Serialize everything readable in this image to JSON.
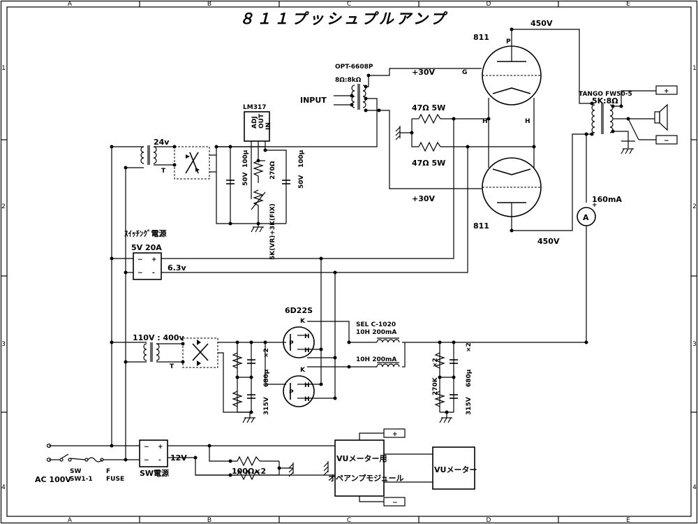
{
  "title": "８１１プッシュプルアンプ",
  "frame": {
    "cols": [
      "A",
      "B",
      "C",
      "D",
      "E"
    ],
    "rows": [
      "1",
      "2",
      "3",
      "4"
    ]
  },
  "output_stage": {
    "tube_top": "811",
    "tube_bottom": "811",
    "plate_pin": "P",
    "grid_pin": "G",
    "heater_pin": "H",
    "plate_voltage_top": "450V",
    "plate_voltage_bottom": "450V",
    "grid_bias_top": "+30V",
    "grid_bias_bottom": "+30V",
    "resistor_top": "47Ω  5W",
    "resistor_bottom": "47Ω  5W"
  },
  "input_stage": {
    "transformer_name": "OPT-6608P",
    "transformer_ratio": "8Ω:8kΩ",
    "input_label": "INPUT"
  },
  "output_transformer": {
    "name": "TANGO FW50-5",
    "ratio": "5K:8Ω",
    "plus": "+",
    "minus": "−"
  },
  "meter": {
    "symbol": "A",
    "current": "160mA",
    "plus": "+"
  },
  "regulator": {
    "ic": "LM317",
    "pins": [
      "ADJ",
      "OUT",
      "IN"
    ],
    "trans_voltage": "24v",
    "trans_tap": "T",
    "cap1": "100µ",
    "cap1_v": "50V",
    "cap2": "100µ",
    "cap2_v": "50V",
    "r1": "270Ω",
    "vr": "5K(VR)+3K(FIX)"
  },
  "switching_psu": {
    "label": "ｽｲｯﾁﾝｸﾞ電源",
    "rating": "5V  20A",
    "ac": "~",
    "plus": "+",
    "minus": "-",
    "out": "6.3v"
  },
  "hv_supply": {
    "trans": "110V : 400v",
    "trans_tap": "T",
    "cap_left": "680µ",
    "cap_left_v": "315V",
    "x2_left": "×2",
    "tubes": "6D22S",
    "pin_k": "K",
    "pin_p": "P",
    "pin_h": "H",
    "choke_name": "SEL C-1020",
    "choke1": "10H 200mA",
    "choke2": "10H 200mA",
    "x2_right": "×2",
    "r_right": "270K",
    "cap_right": "680µ",
    "cap_right_v": "315V"
  },
  "mains": {
    "ac": "AC 100V",
    "sw": "SW",
    "sw2": "SW1-1",
    "fuse1": "F",
    "fuse2": "FUSE",
    "sw_psu": "SW電源",
    "plus": "+",
    "minus": "-",
    "ac_sym": "~",
    "v12": "12V"
  },
  "vu": {
    "resistors": "100Ω×2",
    "module_line1": "VUメーター用",
    "module_line2": "オペアンプモジュール",
    "meter": "VUメーター",
    "plus": "+",
    "minus": "−"
  }
}
